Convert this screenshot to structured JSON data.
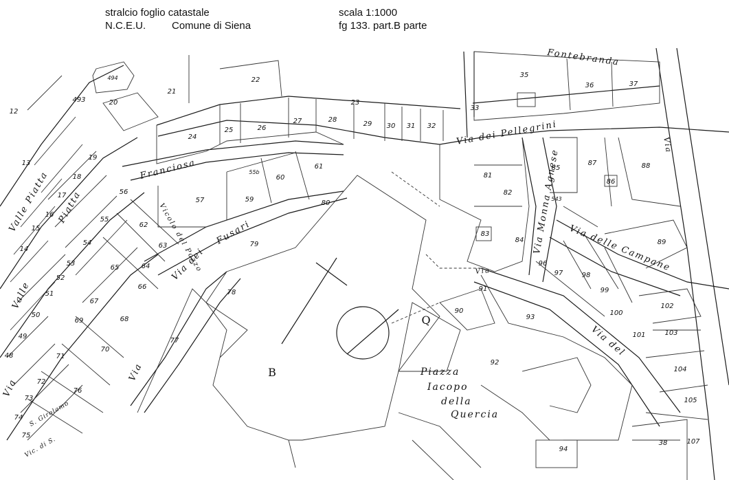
{
  "header": {
    "title_line1": "stralcio foglio catastale",
    "org": "N.C.E.U.",
    "municipality": "Comune di Siena",
    "scale": "scala 1:1000",
    "sheet": "fg 133. part.B parte"
  },
  "streets": {
    "fontebranda": "Fontebranda",
    "via_dei_pellegrini": "Via dei Pellegrini",
    "franciosa": "Franciosa",
    "vicolo_del_pozzo": "Vicolo del Pozzo",
    "fusari": "Fusari",
    "via_dei": "Via dei",
    "valle_piatta_1": "Valle Piatta",
    "valle_piatta_2": "Piatta",
    "via_1": "Via",
    "valle_2": "Valle",
    "via_lower_left": "Via",
    "via_monna_agnese": "Via Monna Agnese",
    "via_delle_campane": "Via delle Campane",
    "via_2": "Via",
    "via_del": "Via del",
    "piazza_1": "Piazza",
    "piazza_2": "Iacopo",
    "piazza_3": "della",
    "piazza_4": "Quercia",
    "s_girolamo": "S. Girolamo",
    "vic_di": "Vic. di S.",
    "via_vertical": "Via"
  },
  "big_labels": {
    "b": "B",
    "q": "Q"
  },
  "parcels": [
    "12",
    "13",
    "14",
    "15",
    "16",
    "17",
    "18",
    "19",
    "20",
    "21",
    "22",
    "23",
    "24",
    "25",
    "26",
    "27",
    "28",
    "29",
    "30",
    "31",
    "32",
    "33",
    "35",
    "36",
    "37",
    "38",
    "48",
    "49",
    "50",
    "51",
    "52",
    "53",
    "54",
    "55",
    "56",
    "57",
    "59",
    "60",
    "61",
    "62",
    "63",
    "64",
    "65",
    "66",
    "67",
    "68",
    "69",
    "70",
    "71",
    "72",
    "73",
    "74",
    "75",
    "76",
    "77",
    "78",
    "79",
    "80",
    "81",
    "82",
    "83",
    "84",
    "85",
    "86",
    "87",
    "88",
    "89",
    "90",
    "91",
    "92",
    "93",
    "94",
    "96",
    "97",
    "98",
    "99",
    "100",
    "101",
    "102",
    "103",
    "104",
    "105",
    "107",
    "494",
    "493",
    "543",
    "55b"
  ]
}
